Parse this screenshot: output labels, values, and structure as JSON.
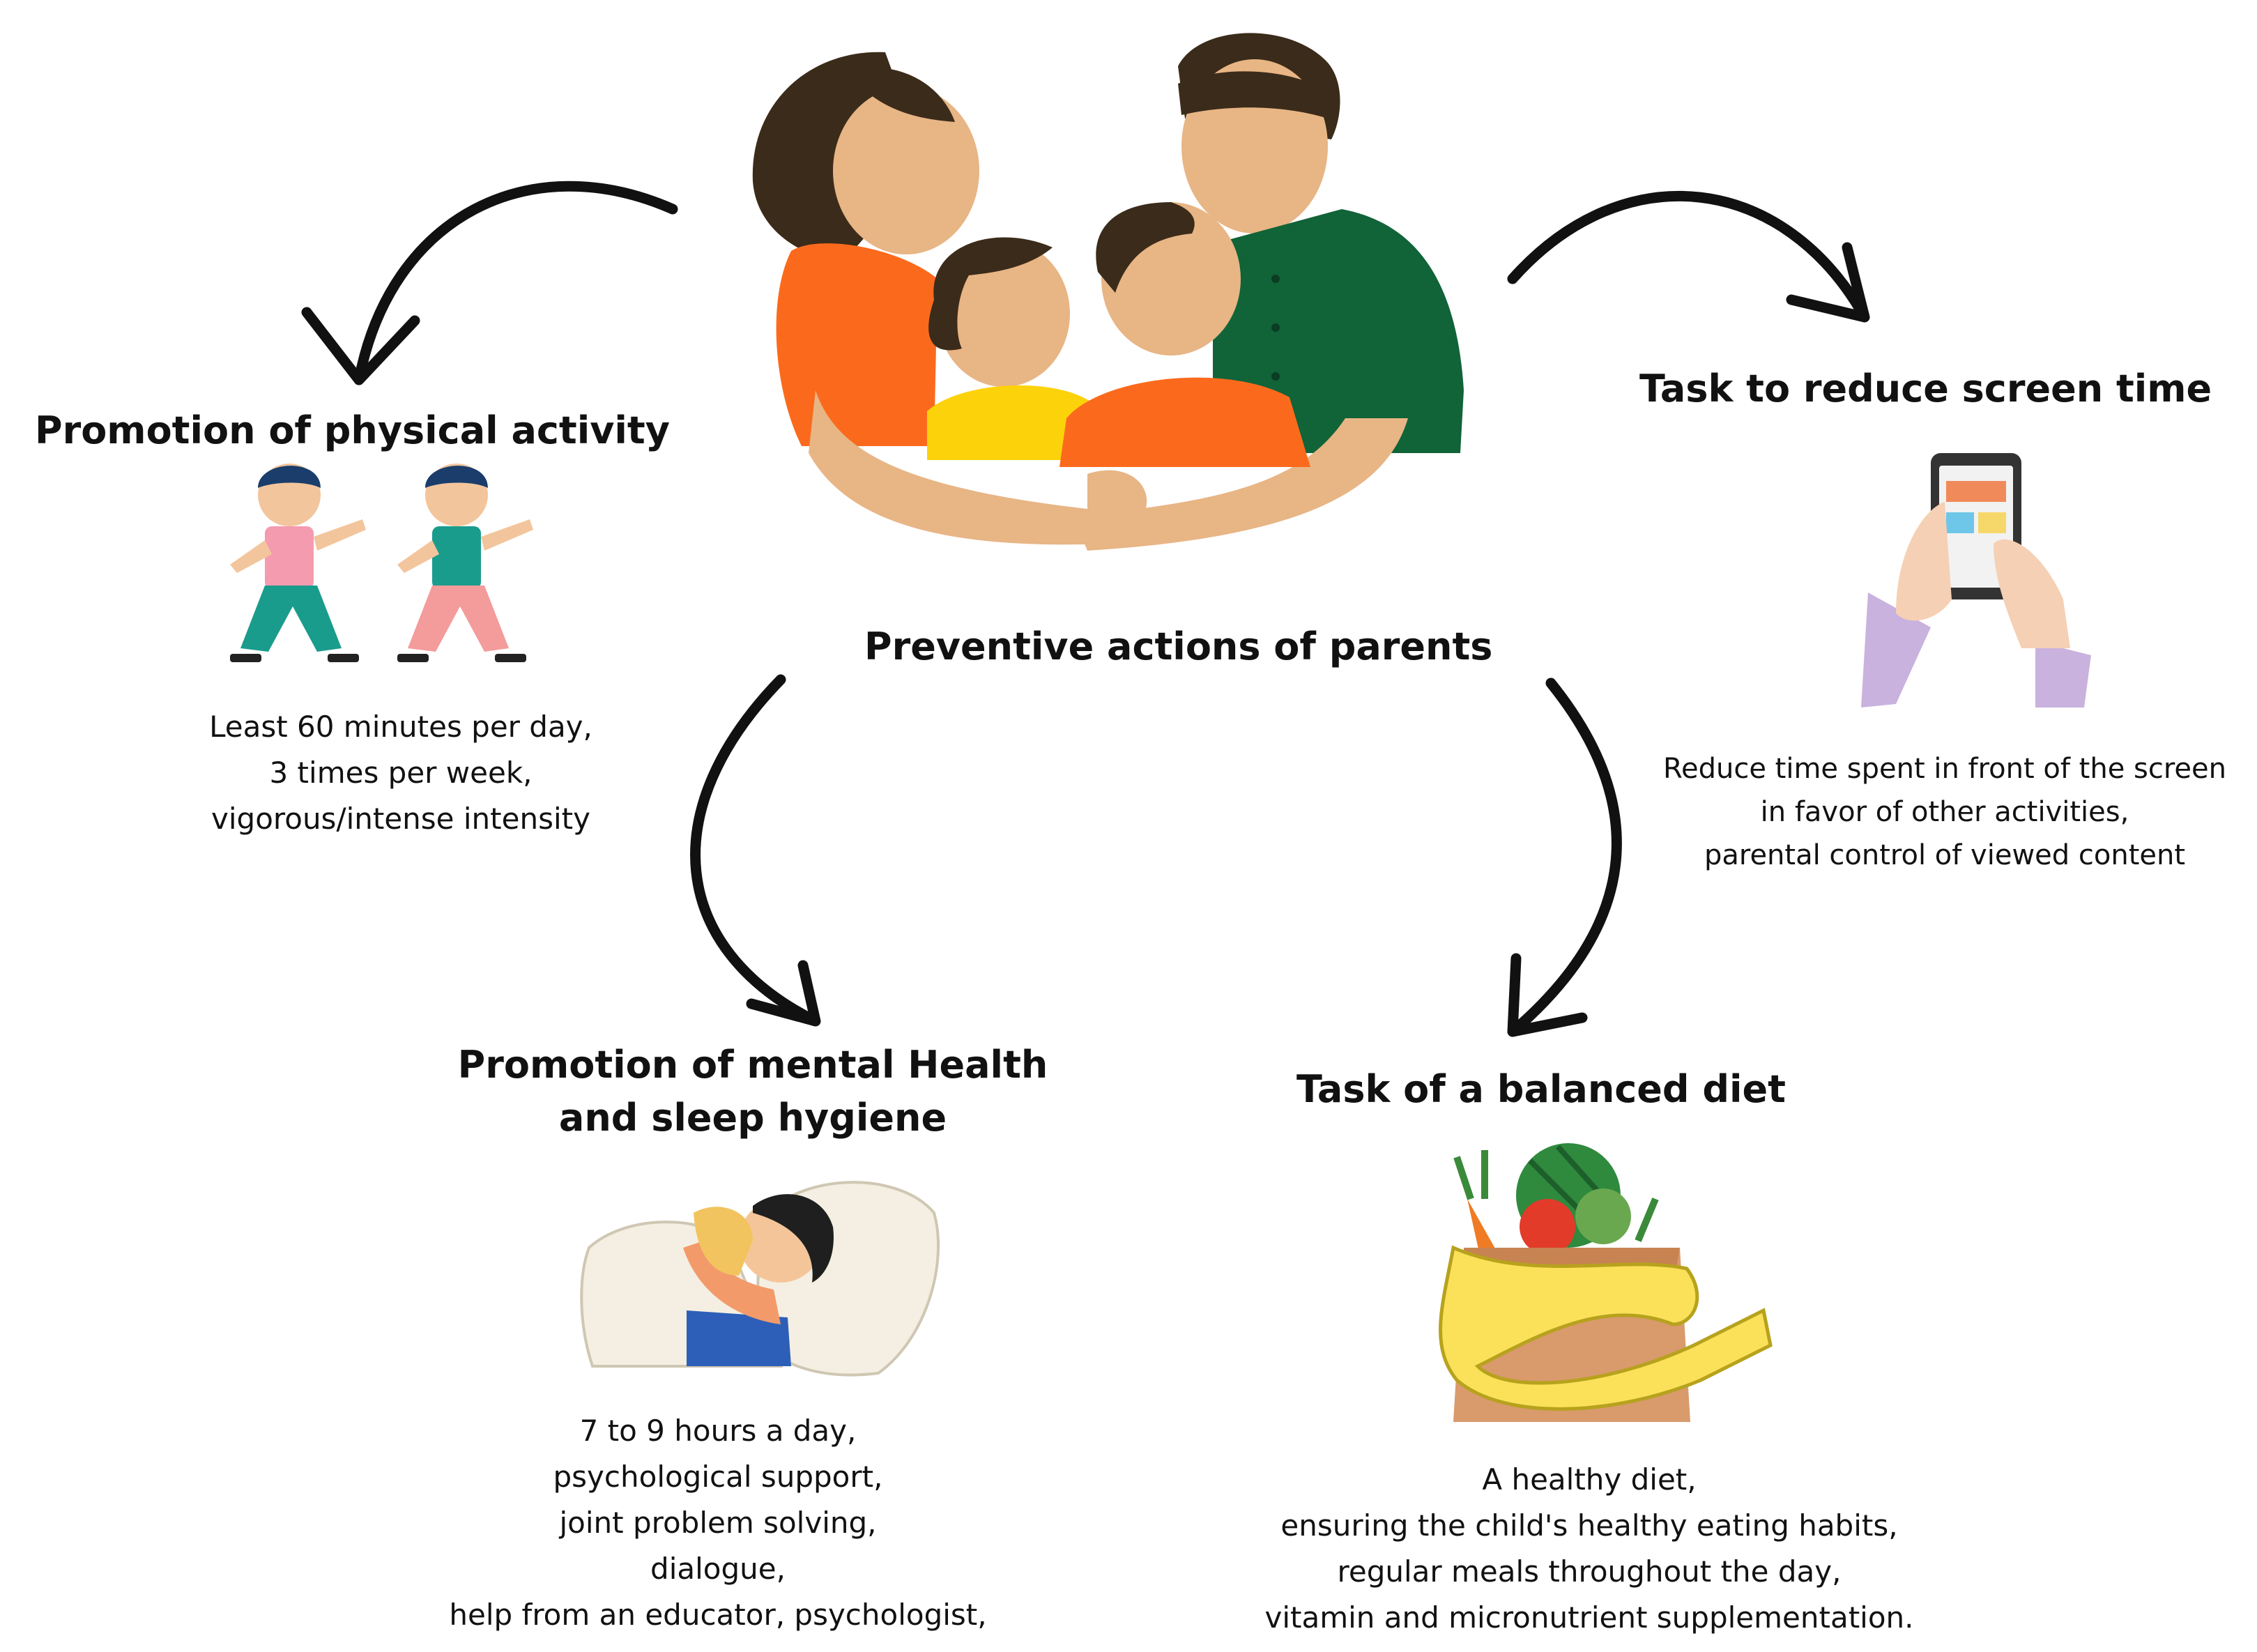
{
  "center": {
    "title": "Preventive actions of parents"
  },
  "physical_activity": {
    "title": "Promotion of physical activity",
    "lines": [
      "Least 60 minutes per day,",
      "3 times per week,",
      "vigorous/intense intensity"
    ]
  },
  "screen_time": {
    "title": "Task to reduce screen time",
    "lines": [
      "Reduce time spent in front of the screen",
      "in favor of other activities,",
      "parental control of viewed content"
    ]
  },
  "mental_health": {
    "title_lines": [
      "Promotion of mental Health",
      "and sleep hygiene"
    ],
    "lines": [
      "7 to 9 hours a day,",
      "psychological support,",
      "joint problem solving,",
      "dialogue,",
      "help from an educator, psychologist,"
    ]
  },
  "diet": {
    "title": "Task of a balanced diet",
    "lines": [
      "A healthy diet,",
      "ensuring the child's healthy eating habits,",
      "regular meals throughout the day,",
      "vitamin and micronutrient supplementation."
    ]
  },
  "icons": [
    "family-illustration",
    "exercising-kids-illustration",
    "smartphone-hands-illustration",
    "sleeping-child-illustration",
    "grocery-bag-illustration"
  ],
  "colors": {
    "orange": "#fb6a1c",
    "green": "#116338",
    "yellow": "#fcd20b",
    "skin": "#e8b585",
    "hair": "#3b2b1a",
    "arrow": "#111111"
  }
}
